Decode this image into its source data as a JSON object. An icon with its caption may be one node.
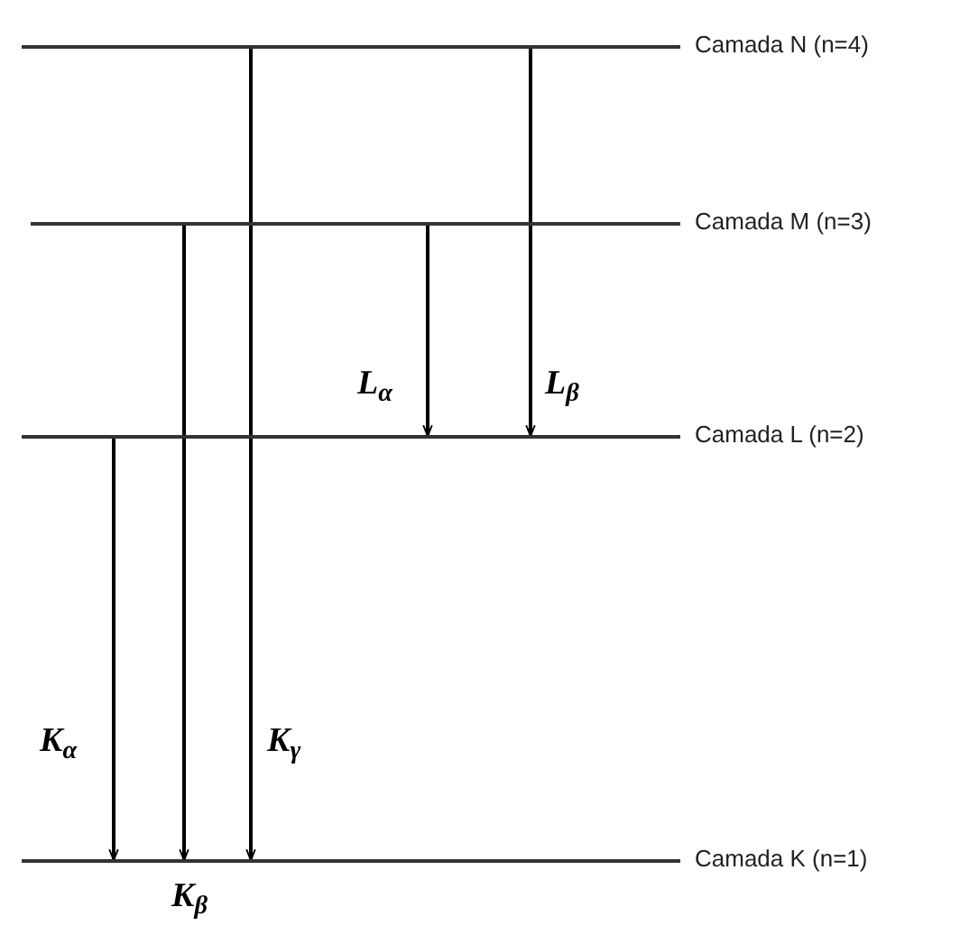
{
  "diagram": {
    "nodes": [
      {
        "text": [
          "Camada N (n=4)"
        ]
      },
      {
        "text": [
          "Camada M (n=3)"
        ]
      },
      {
        "text": [
          "Camada L (n=2)"
        ]
      },
      {
        "text": [
          "Camada K (n=1)"
        ]
      }
    ],
    "edges": [
      {
        "from": 2,
        "to": 3,
        "arrow": "to",
        "label": "K$_{α}$"
      },
      {
        "from": 1,
        "to": 3,
        "arrow": "to",
        "label": "K$_{β}$"
      },
      {
        "from": 0,
        "to": 3,
        "arrow": "to",
        "label": "K$_{γ}$"
      },
      {
        "from": 1,
        "to": 2,
        "arrow": "to",
        "label": "L$_{α}$"
      },
      {
        "from": 0,
        "to": 2,
        "arrow": "to",
        "label": "L$_{β}$"
      }
    ]
  }
}
